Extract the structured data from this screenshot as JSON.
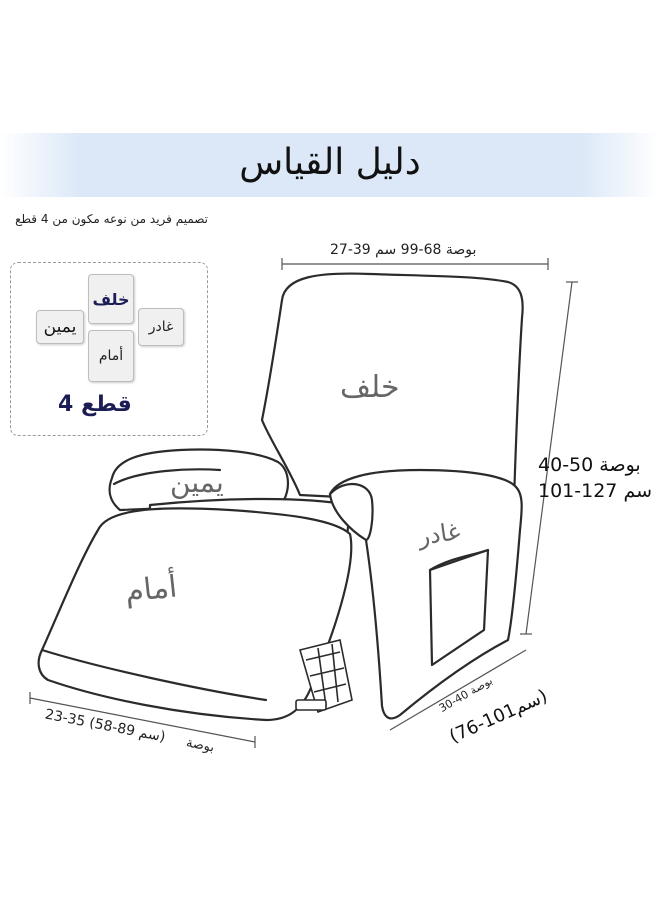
{
  "title": "دليل القياس",
  "subtitle": "تصميم فريد من نوعه مكون من 4 قطع",
  "legend": {
    "back": "خلف",
    "right": "يمين",
    "left": "غادر",
    "front": "أمام",
    "count": "قطع 4"
  },
  "parts": {
    "back": "خلف",
    "right": "يمين",
    "left": "غادر",
    "front": "أمام"
  },
  "dimensions": {
    "width": "بوصة 68-99 سم 39-27",
    "height_inch": "بوصة 50-40",
    "height_cm": "101-127 سم",
    "depth_inch": "بوصة 40-30",
    "depth_cm": "(76-101سم)",
    "footrest": "23-35 (58-89 سم)",
    "footrest_unit": "بوصة"
  }
}
